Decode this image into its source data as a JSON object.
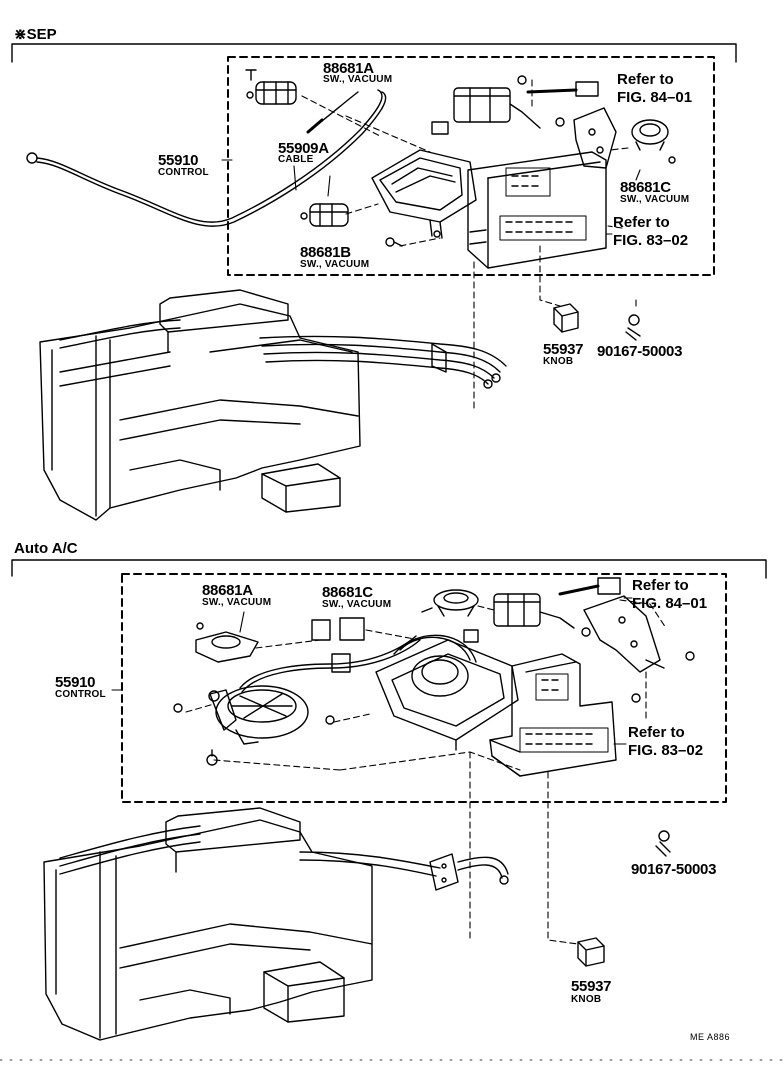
{
  "sections": {
    "top": {
      "title": "⋇SEP",
      "parts": {
        "p88681a": {
          "number": "88681A",
          "desc": "SW., VACUUM"
        },
        "p55909a": {
          "number": "55909A",
          "desc": "CABLE"
        },
        "p55910": {
          "number": "55910",
          "desc": "CONTROL"
        },
        "p88681b": {
          "number": "88681B",
          "desc": "SW., VACUUM"
        },
        "p88681c": {
          "number": "88681C",
          "desc": "SW., VACUUM"
        },
        "p55937": {
          "number": "55937",
          "desc": "KNOB"
        },
        "p90167": {
          "number": "90167-50003"
        }
      },
      "refs": {
        "fig84": {
          "line1": "Refer to",
          "line2": "FIG. 84–01"
        },
        "fig83": {
          "line1": "Refer to",
          "line2": "FIG. 83–02"
        }
      }
    },
    "bottom": {
      "title": "Auto A/C",
      "parts": {
        "p88681a": {
          "number": "88681A",
          "desc": "SW., VACUUM"
        },
        "p88681c": {
          "number": "88681C",
          "desc": "SW., VACUUM"
        },
        "p55910": {
          "number": "55910",
          "desc": "CONTROL"
        },
        "p90167": {
          "number": "90167-50003"
        },
        "p55937": {
          "number": "55937",
          "desc": "KNOB"
        }
      },
      "refs": {
        "fig84": {
          "line1": "Refer to",
          "line2": "FIG. 84–01"
        },
        "fig83": {
          "line1": "Refer to",
          "line2": "FIG. 83–02"
        }
      }
    }
  },
  "diagram_code": "ME A886"
}
